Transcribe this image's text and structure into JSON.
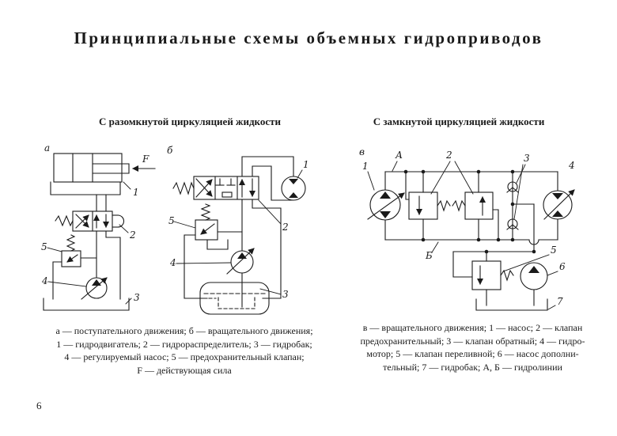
{
  "page": {
    "title": "Принципиальные схемы объемных гидроприводов",
    "page_number": "6"
  },
  "sections": {
    "open_circuit_heading": "С разомкнутой циркуляцией жидкости",
    "closed_circuit_heading": "С замкнутой циркуляцией жидкости"
  },
  "captions": {
    "left": {
      "line1": "а — поступательного движения; б — вращательного движения;",
      "line2": "1 — гидродвигатель; 2 — гидрораспределитель; 3 — гидробак;",
      "line3": "4 — регулируемый насос; 5 — предохранительный клапан;",
      "line4": "F — действующая сила"
    },
    "right": {
      "line1": "в — вращательного движения; 1 — насос; 2 — клапан",
      "line2": "предохранительный; 3 — клапан обратный; 4 — гидро-",
      "line3": "мотор; 5 — клапан переливной; 6 — насос дополни-",
      "line4": "тельный; 7 — гидробак; А, Б — гидролинии"
    }
  },
  "diagrams": {
    "a": {
      "label": "а",
      "force": "F",
      "part1": "1",
      "part2": "2",
      "part3": "3",
      "part4": "4",
      "part5": "5"
    },
    "b": {
      "label": "б",
      "part1": "1",
      "part2": "2",
      "part3": "3",
      "part4": "4",
      "part5": "5"
    },
    "v": {
      "label": "в",
      "part1": "1",
      "part2": "2",
      "part3": "3",
      "part4": "4",
      "part5": "5",
      "part6": "6",
      "part7": "7",
      "lineA": "А",
      "lineB": "Б"
    }
  },
  "colors": {
    "ink": "#1a1a1a",
    "paper": "#ffffff"
  }
}
